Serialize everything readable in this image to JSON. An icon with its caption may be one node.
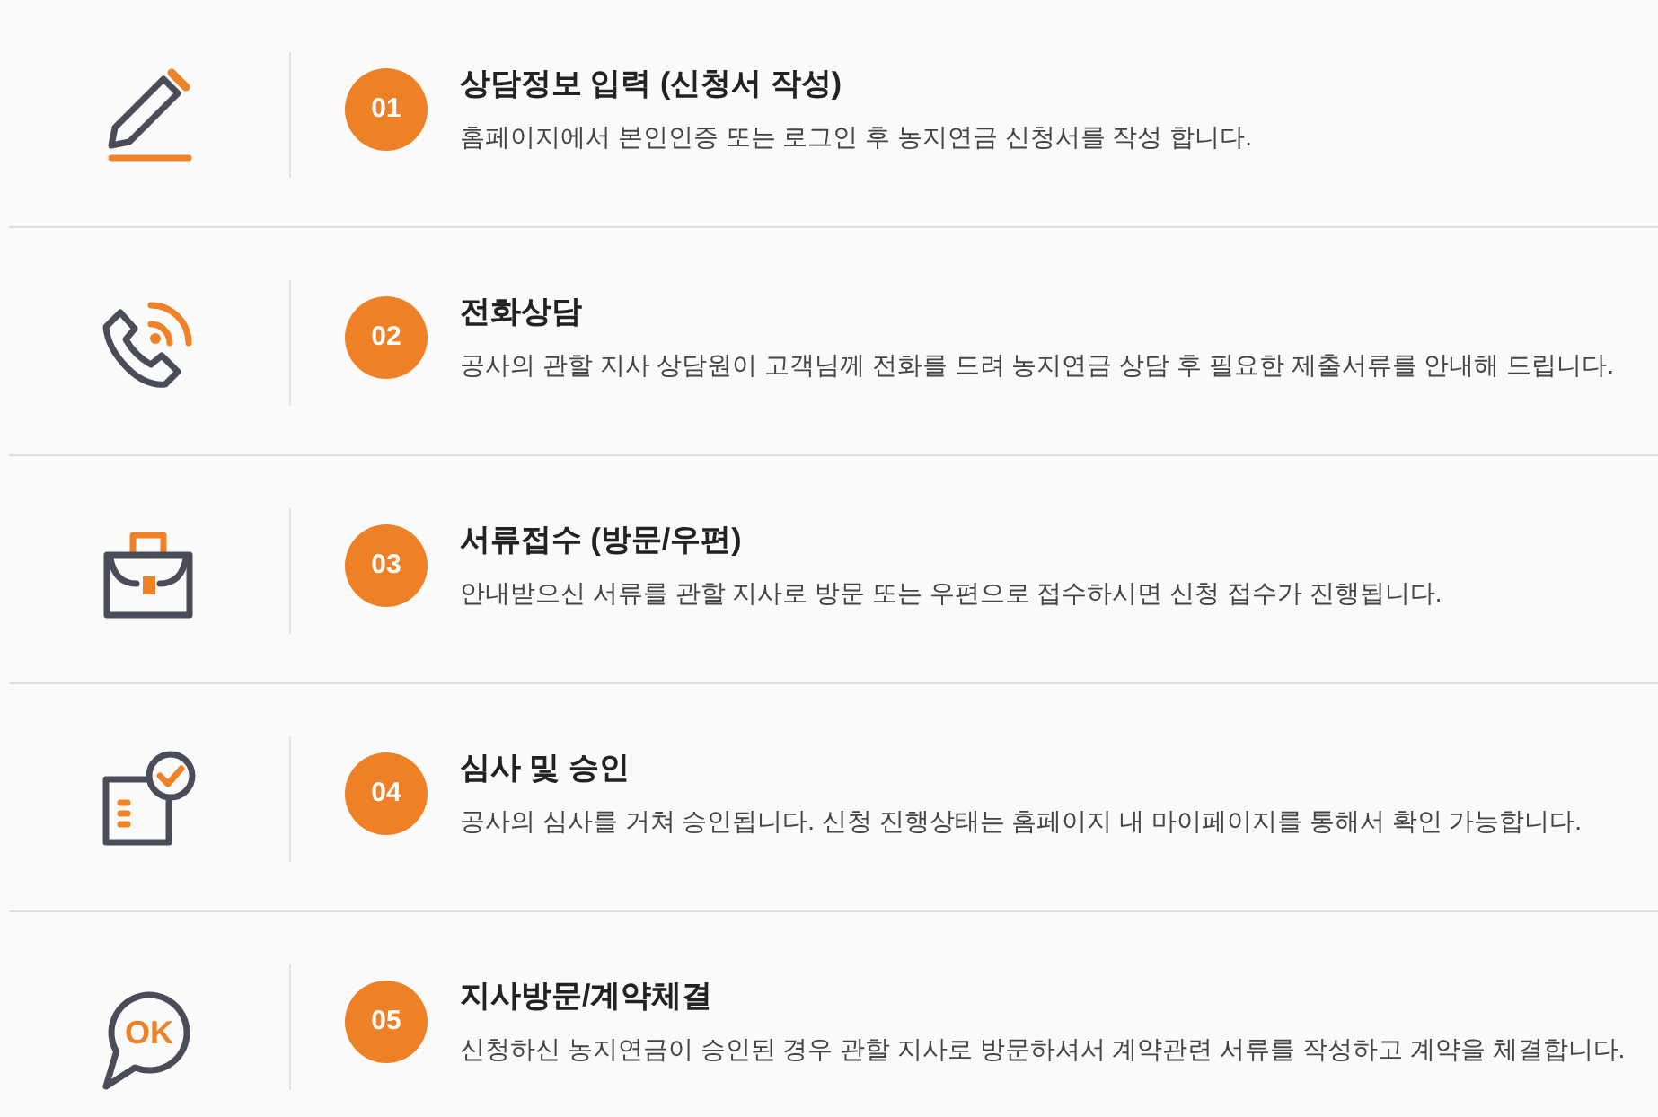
{
  "diagram": {
    "nodes": [
      {
        "text": [
          "01"
        ],
        "beside": [
          "상담정보 입력 (신청서 작성)",
          "홈페이지에서 본인인증 또는 로그인 후 농지연금 신청서를 작성 합니다."
        ]
      },
      {
        "text": [
          "02"
        ],
        "beside": [
          "전화상담",
          "공사의 관할 지사 상담원이 고객님께 전화를 드려 농지연금 상담 후 필요한 제출서류를 안내해 드립니다."
        ]
      },
      {
        "text": [
          "03"
        ],
        "beside": [
          "서류접수 (방문/우편)",
          "안내받으신 서류를 관할 지사로 방문 또는 우편으로 접수하시면 신청 접수가 진행됩니다."
        ]
      },
      {
        "text": [
          "04"
        ],
        "beside": [
          "심사 및 승인",
          "공사의 심사를 거쳐 승인됩니다. 신청 진행상태는 홈페이지 내 마이페이지를 통해서 확인 가능합니다."
        ]
      },
      {
        "text": [
          "OK"
        ]
      },
      {
        "text": [
          "05"
        ],
        "beside": [
          "지사방문/계약체결",
          "신청하신 농지연금이 승인된 경우 관할 지사로 방문하셔서 계약관련 서류를 작성하고 계약을 체결합니다."
        ]
      }
    ]
  }
}
